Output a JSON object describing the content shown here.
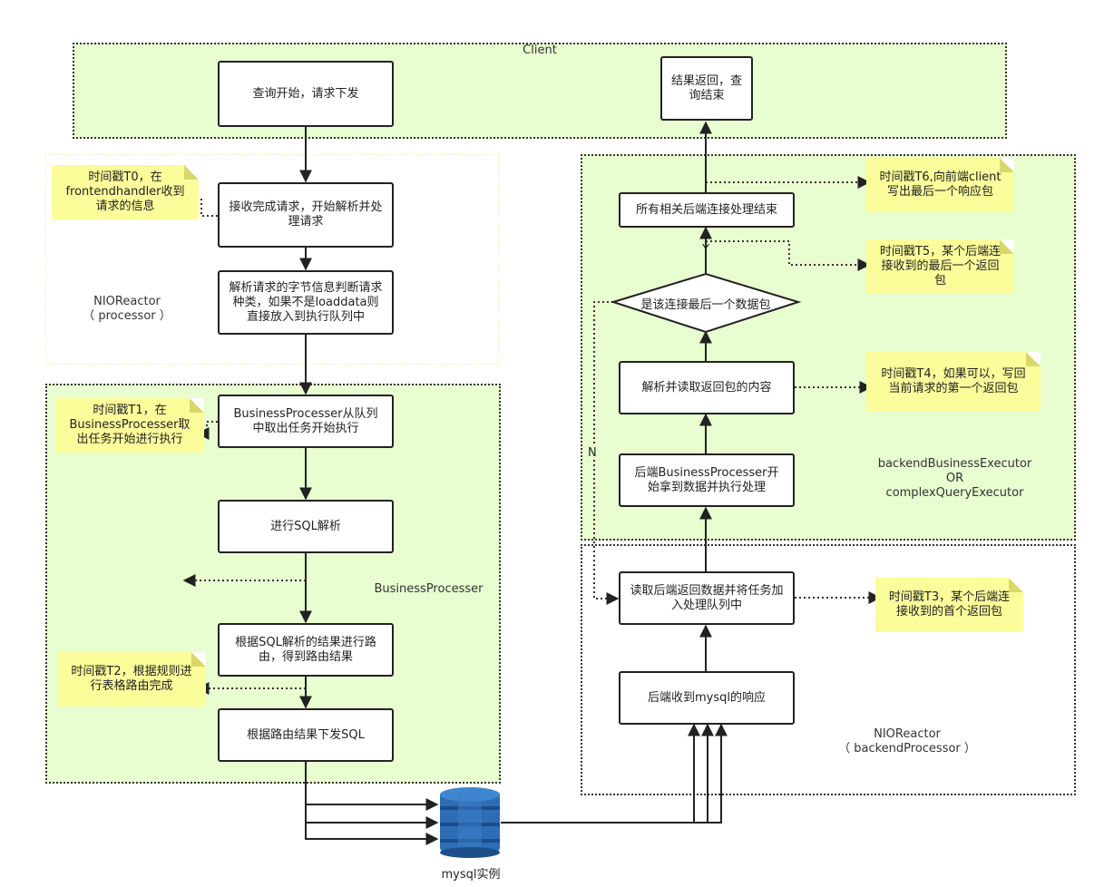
{
  "regions": {
    "client": "Client",
    "nioreactor_processor": "NIOReactor\n（ processor ）",
    "business_processer": "BusinessProcesser",
    "backend_executor": "backendBusinessExecutor\nOR\ncomplexQueryExecutor",
    "nioreactor_backend": "NIOReactor\n（ backendProcessor ）"
  },
  "boxes": {
    "query_start": "查询开始，请求下发",
    "result_return": "结果返回，查询结束",
    "receive_request": "接收完成请求，开始解析并处理请求",
    "parse_request": "解析请求的字节信息判断请求种类，如果不是loaddata则直接放入到执行队列中",
    "take_task": "BusinessProcesser从队列中取出任务开始执行",
    "sql_parse": "进行SQL解析",
    "route": "根据SQL解析的结果进行路由，得到路由结果",
    "send_sql": "根据路由结果下发SQL",
    "all_backend_done": "所有相关后端连接处理结束",
    "is_last_packet": "是该连接最后一个数据包",
    "parse_response": "解析并读取返回包的内容",
    "backend_start": "后端BusinessProcesser开始拿到数据并执行处理",
    "read_backend": "读取后端返回数据并将任务加入处理队列中",
    "backend_receive": "后端收到mysql的响应"
  },
  "notes": {
    "t0": "时间戳T0，在frontendhandler收到请求的信息",
    "t1": "时间戳T1，在BusinessProcesser取出任务开始进行执行",
    "t2": "时间戳T2，根据规则进行表格路由完成",
    "t3": "时间戳T3，某个后端连接收到的首个返回包",
    "t4": "时间戳T4，如果可以，写回当前请求的第一个返回包",
    "t5": "时间戳T5，某个后端连接收到的最后一个返回包",
    "t6": "时间戳T6,向前端client写出最后一个响应包"
  },
  "edge_labels": {
    "yes": "Y",
    "no": "N"
  },
  "db_label": "mysql实例",
  "colors": {
    "region_fill": "#e8fdd0",
    "note_fill": "#fbfc9a",
    "db_blue": "#2d6db5"
  }
}
